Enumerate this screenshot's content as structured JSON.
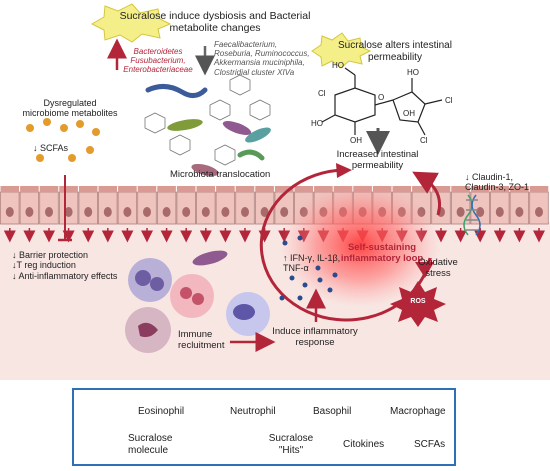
{
  "top": {
    "hit_label": "Sucralose induce dysbiosis and Bacterial metabolite changes",
    "increased_taxa": [
      "Bacteroidetes",
      "Fusubacterium,",
      "Enterobacteriaceae"
    ],
    "decreased_taxa": [
      "Faecalibacterium,",
      "Roseburia, Ruminococcus,",
      "Akkermansia muciniphila,",
      "Clostridial cluster XIVa"
    ],
    "permeability_label": "Sucralose alters intestinal permeability"
  },
  "left": {
    "metabolites_title": "Dysregulated microbiome metabolites",
    "scfa_label": "↓ SCFAs",
    "effects": [
      "↓ Barrier protection",
      "↓T reg induction",
      "↓ Anti-inflammatory effects"
    ]
  },
  "middle": {
    "translocation_label": "Microbiota translocation",
    "immune_label": "Immune recluitment",
    "induce_label": "Induce inflammatory response"
  },
  "right": {
    "increased_perm_label": "Increased intestinal permeability",
    "tight_junction_label": "↓ Claudin-1, Claudin-3, ZO-1",
    "cytokine_label": "↑ IFN-γ, IL-1β, TNF-α",
    "loop_label": "Self-sustaining inflammatory loop",
    "oxidative_label": "Oxidative stress",
    "ros_label": "ROS"
  },
  "legend": {
    "eosinophil": "Eosinophil",
    "neutrophil": "Neutrophil",
    "basophil": "Basophil",
    "macrophage": "Macrophage",
    "sucralose_molecule": "Sucralose molecule",
    "sucralose_hits": "Sucralose \"Hits\"",
    "citokines": "Citokines",
    "scfas": "SCFAs"
  },
  "colors": {
    "frame_blue": "#2f6fb3",
    "arrow_red": "#b3263a",
    "tissue_pink": "#f6e2df",
    "cell_pink": "#efc4bf",
    "hit_yellow": "#f5ef8a",
    "scfa_orange": "#e39b2c"
  }
}
